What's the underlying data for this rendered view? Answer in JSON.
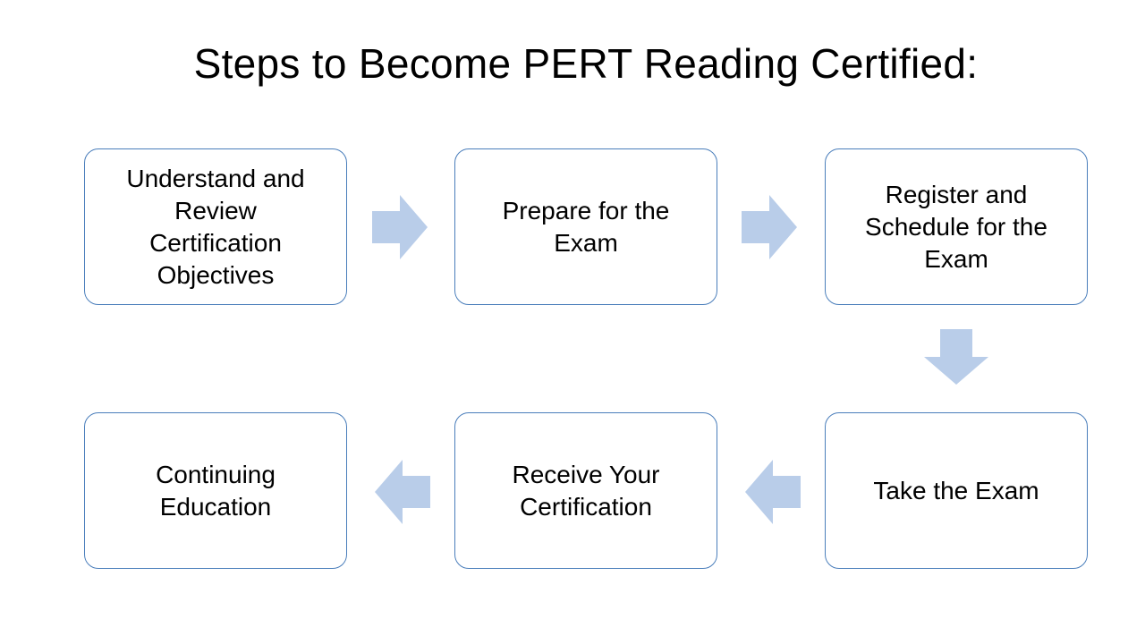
{
  "title": "Steps to Become PERT Reading Certified:",
  "colors": {
    "box_border": "#4a7ebb",
    "arrow_fill": "#b9cde9",
    "text": "#000000",
    "background": "#ffffff"
  },
  "steps": [
    {
      "label": "Understand and Review Certification Objectives"
    },
    {
      "label": "Prepare for the Exam"
    },
    {
      "label": "Register and Schedule for the Exam"
    },
    {
      "label": "Take the Exam"
    },
    {
      "label": "Receive Your Certification"
    },
    {
      "label": "Continuing Education"
    }
  ],
  "arrows": [
    {
      "from": 1,
      "to": 2,
      "direction": "right"
    },
    {
      "from": 2,
      "to": 3,
      "direction": "right"
    },
    {
      "from": 3,
      "to": 4,
      "direction": "down"
    },
    {
      "from": 4,
      "to": 5,
      "direction": "left"
    },
    {
      "from": 5,
      "to": 6,
      "direction": "left"
    }
  ]
}
